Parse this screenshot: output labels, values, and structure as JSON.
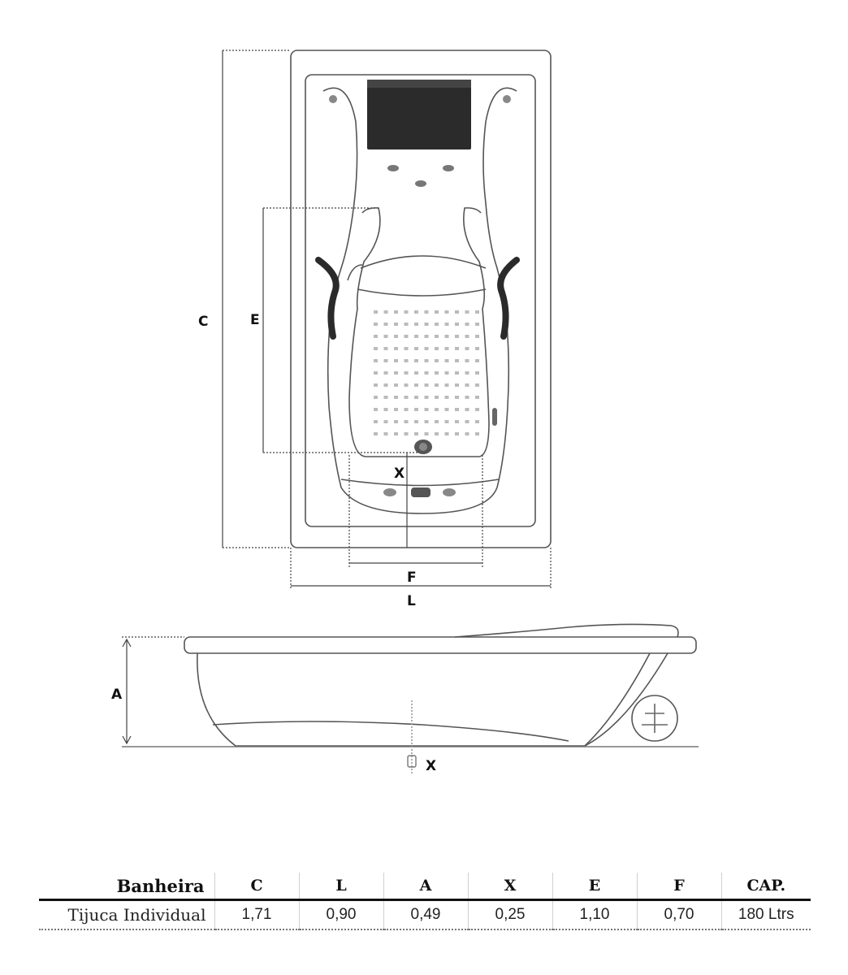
{
  "labels": {
    "C": "C",
    "E": "E",
    "X_top": "X",
    "F": "F",
    "L": "L",
    "A": "A",
    "X_side": "X"
  },
  "table": {
    "headers": [
      "Banheira",
      "C",
      "L",
      "A",
      "X",
      "E",
      "F",
      "CAP."
    ],
    "rows": [
      [
        "Tijuca Individual",
        "1,71",
        "0,90",
        "0,49",
        "0,25",
        "1,10",
        "0,70",
        "180 Ltrs"
      ]
    ]
  },
  "colors": {
    "outline": "#555555",
    "headrest": "#2b2b2b",
    "grab_handle": "#2a2a2a"
  }
}
